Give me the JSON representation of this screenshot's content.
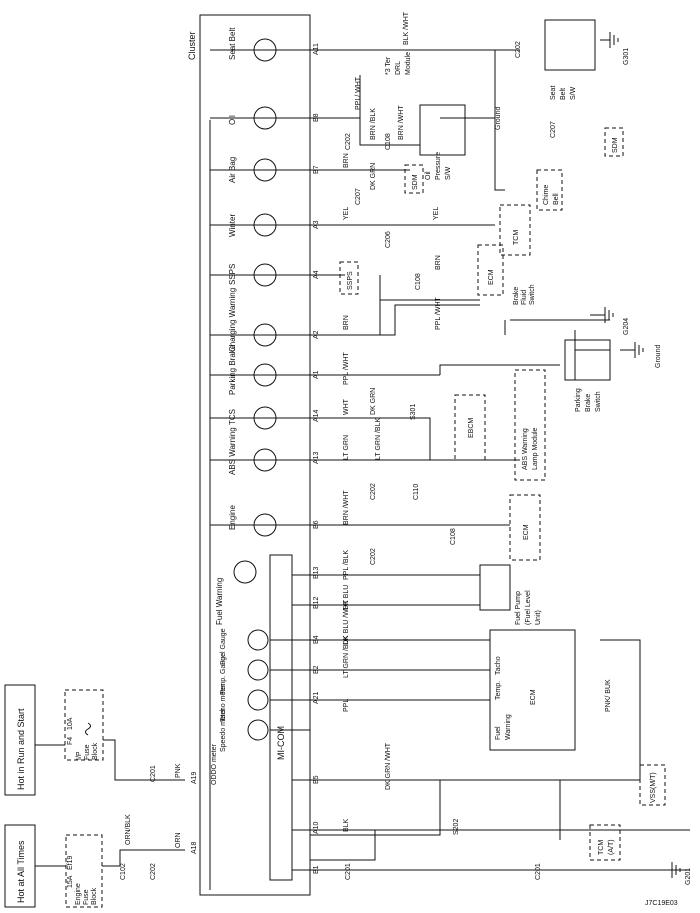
{
  "power": {
    "hot_run": "Hot in Run and Start",
    "hot_all": "Hot at All Times",
    "ip_fuse": [
      "I/P",
      "Fuse",
      "Block"
    ],
    "eng_fuse": [
      "Engine",
      "Fuse",
      "Block"
    ],
    "f4": "F4",
    "f4_amp": "10A",
    "ef19": "Ef19",
    "ef19_amp": "15A"
  },
  "cluster": {
    "title": "Cluster",
    "micom": "MI-COM",
    "lamps": [
      "Seat Belt",
      "Oil",
      "Air Bag",
      "Winter",
      "SSPS",
      "Charging Warning",
      "Parking Brake",
      "TCS",
      "ABS Warning",
      "Engine",
      "Fuel Warning"
    ],
    "gauges": [
      "Fuel Gauge",
      "Temp. Gauge",
      "Tacho meter",
      "Speedo meter",
      "ODDO meter"
    ],
    "pins": [
      "A11",
      "B8",
      "B7",
      "A3",
      "A4",
      "A2",
      "A1",
      "A14",
      "A13",
      "B6",
      "B13",
      "B12",
      "B4",
      "B2",
      "A21",
      "B5",
      "A10",
      "B1",
      "A19",
      "A18"
    ]
  },
  "wires": [
    "BLK /WHT",
    "PPL/ WHT",
    "BRN /BLK",
    "BRN /WHT",
    "BRN",
    "DK GRN",
    "YEL",
    "PPL /WHT",
    "DK GRN",
    "WHT",
    "LT GRN",
    "LT GRN /BLK",
    "BRN /WHT",
    "PPL /BLK",
    "DK BLU",
    "DK BLU /WHT",
    "LT GRN /BLK",
    "PPL",
    "DK GRN /WHT",
    "BLK",
    "PNK",
    "ORN",
    "ORN/BLK",
    "PNK/ BUK"
  ],
  "connectors": [
    "C202",
    "C108",
    "C207",
    "C206",
    "C110",
    "C201",
    "C102",
    "S202",
    "S301"
  ],
  "components": {
    "drl": [
      "*3 Ter",
      "DRL",
      "Module"
    ],
    "oil_sw": [
      "Oil",
      "Pressure",
      "S/W"
    ],
    "seat_sw": [
      "Seat",
      "Belt",
      "S/W"
    ],
    "chime": [
      "Chime",
      "Bell"
    ],
    "sdm": "SDM",
    "tcm": "TCM",
    "ssps": "SSPS",
    "ecm": "ECM",
    "brake_fluid": [
      "Brake",
      "Fluid",
      "Switch"
    ],
    "parking_sw": [
      "Parking",
      "Brake",
      "Switch"
    ],
    "ebcm": "EBCM",
    "abs_module": [
      "ABS Warning",
      "Lamp Module"
    ],
    "fuel_pump": [
      "Fuel Pump",
      "(Fuel Level",
      "Unit)"
    ],
    "ecm_inner": "ECM",
    "tacho": "Tacho",
    "temp": "Temp.",
    "fuel_warning": [
      "Fuel",
      "Warning"
    ],
    "vss": "VSS(M/T)",
    "tcm_at": [
      "TCM",
      "(A/T)"
    ],
    "ground": "Ground",
    "grounds": [
      "G301",
      "G204",
      "G201"
    ]
  },
  "figure_id": "J7C19E03"
}
